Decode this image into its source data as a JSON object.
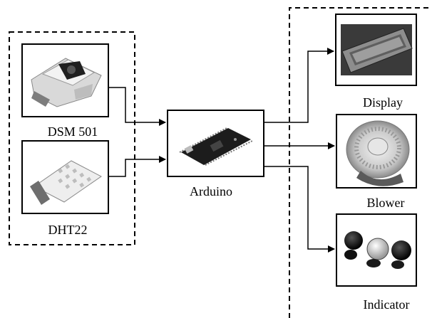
{
  "diagram": {
    "inputs": {
      "dust_sensor": {
        "label": "DSM 501",
        "icon": "dust-sensor-photo"
      },
      "humidity_sensor": {
        "label": "DHT22",
        "icon": "dht22-sensor-photo"
      }
    },
    "controller": {
      "label": "Arduino",
      "icon": "arduino-nano-photo"
    },
    "outputs": {
      "display": {
        "label": "Display",
        "icon": "lcd-display-photo"
      },
      "blower": {
        "label": "Blower",
        "icon": "blower-fan-photo"
      },
      "indicator": {
        "label": "Indicator",
        "icon": "indicator-lamps-photo"
      }
    }
  }
}
